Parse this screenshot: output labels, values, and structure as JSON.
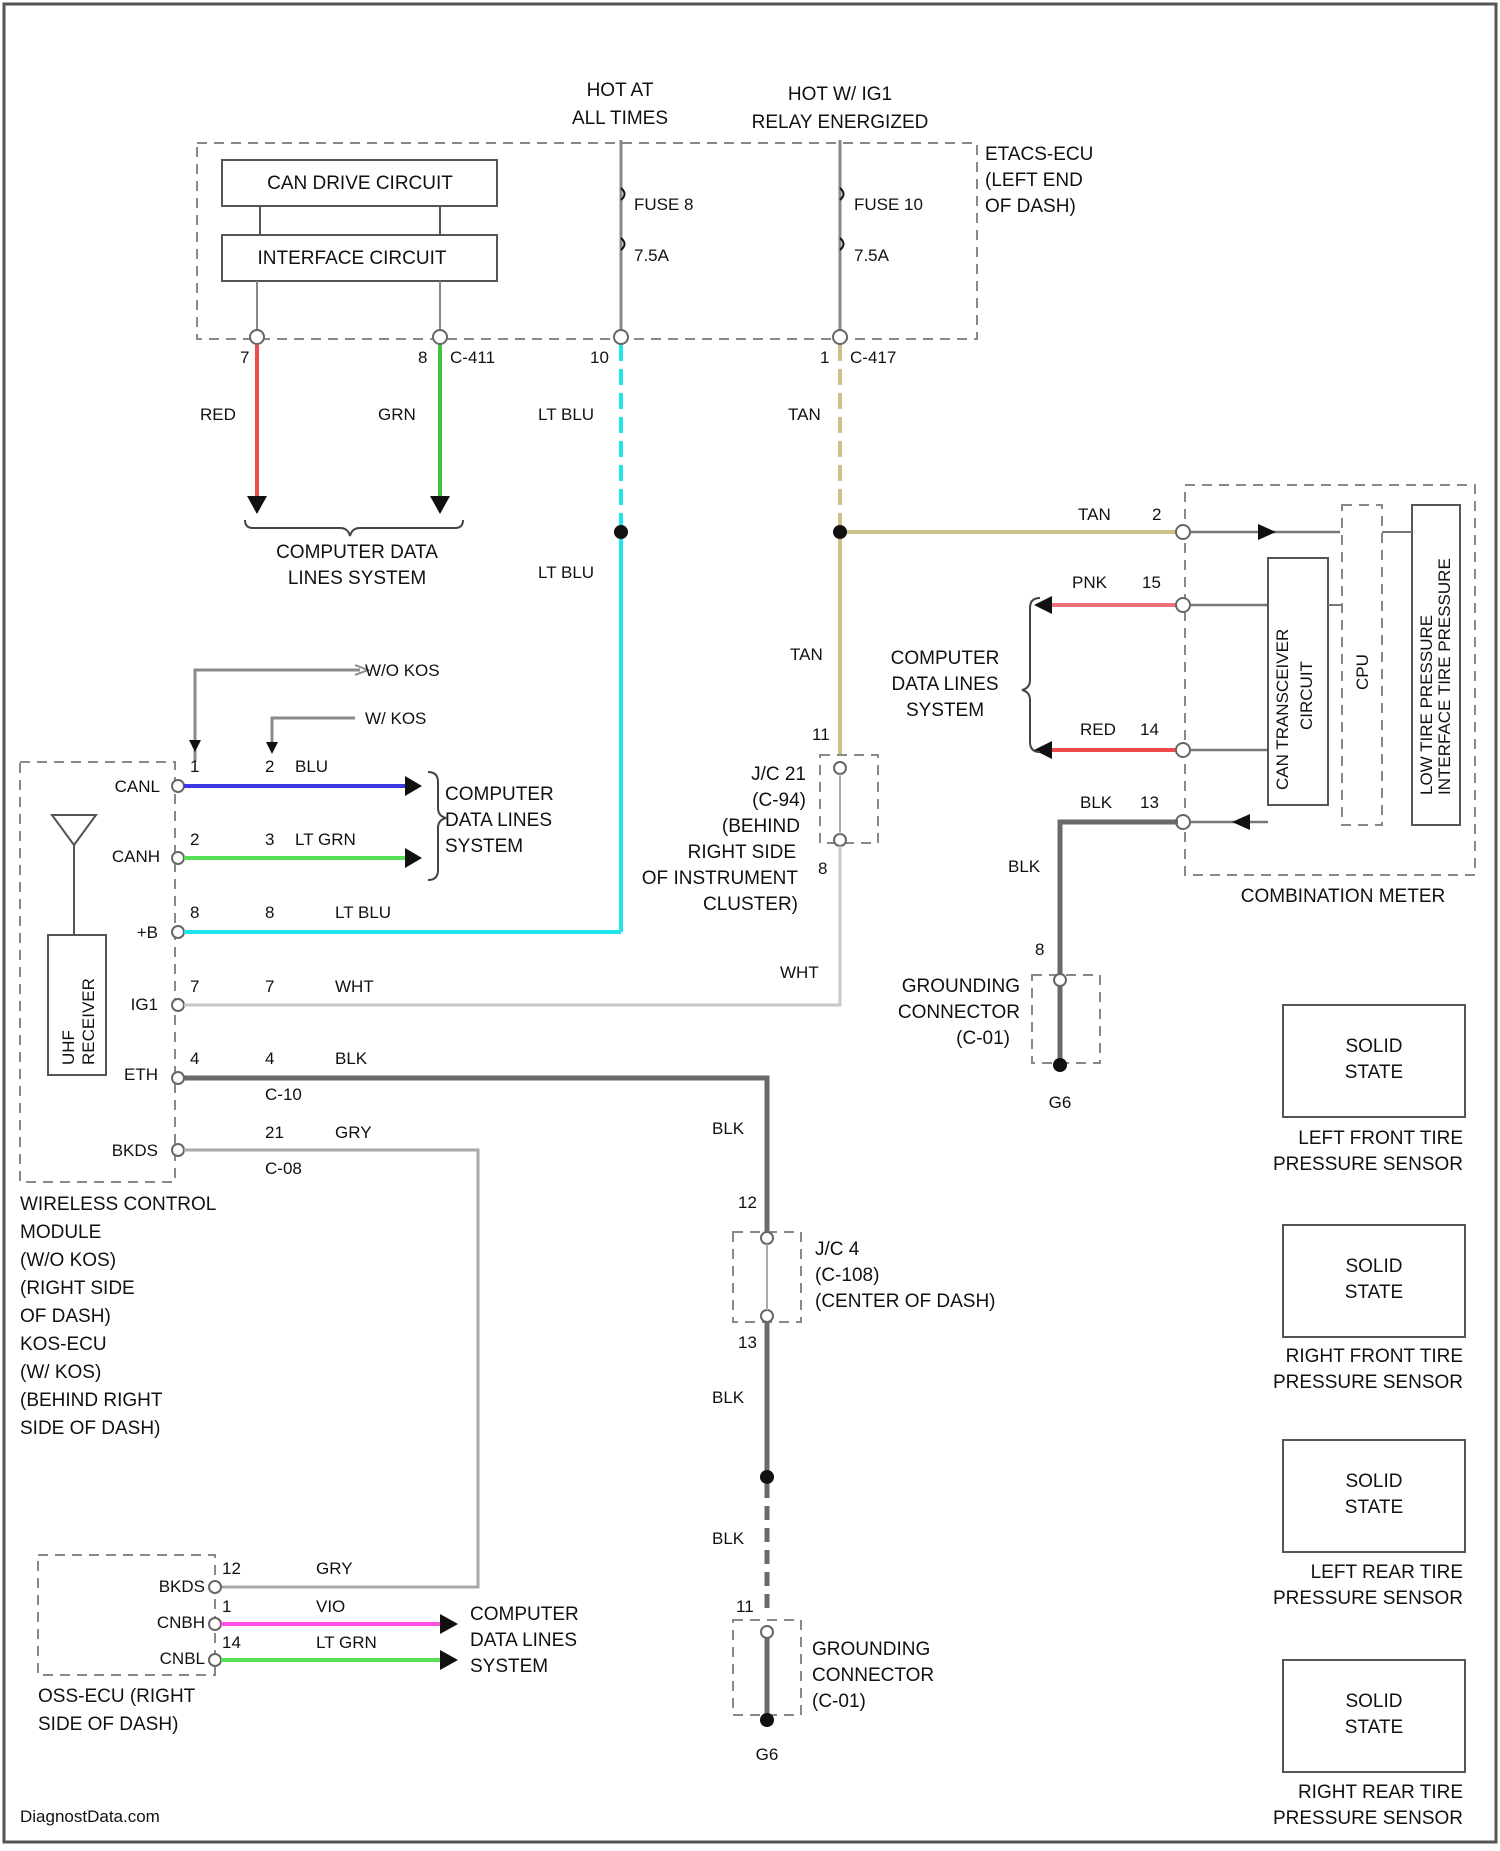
{
  "colors": {
    "red": "#ef4a4a",
    "green": "#3fc03f",
    "light_blue": "#1fe4ec",
    "blue": "#3a3ae0",
    "light_green": "#55e055",
    "tan": "#cbbf8a",
    "pink": "#ef6f7a",
    "violet": "#ff4fe0",
    "black_wire": "#6a6a6a",
    "white_wire": "#c8c8c8",
    "gray_wire": "#a8a8a8"
  },
  "header": {
    "hot_at_all_times_1": "HOT AT",
    "hot_at_all_times_2": "ALL TIMES",
    "hot_ig1_1": "HOT W/ IG1",
    "hot_ig1_2": "RELAY ENERGIZED"
  },
  "etacs": {
    "can_drive": "CAN DRIVE CIRCUIT",
    "interface": "INTERFACE CIRCUIT",
    "fuse1_name": "FUSE 8",
    "fuse1_amp": "7.5A",
    "fuse2_name": "FUSE 10",
    "fuse2_amp": "7.5A",
    "label_1": "ETACS-ECU",
    "label_2": "(LEFT END",
    "label_3": "OF DASH)",
    "pin_red": "7",
    "pin_grn": "8",
    "conn_1": "C-411",
    "pin_ltblu": "10",
    "pin_tan": "1",
    "conn_2": "C-417",
    "wire_red": "RED",
    "wire_grn": "GRN",
    "wire_ltblu": "LT BLU",
    "wire_tan": "TAN",
    "cdl_1": "COMPUTER DATA",
    "cdl_2": "LINES SYSTEM",
    "wire_ltblu_2": "LT BLU",
    "wire_tan_2": "TAN"
  },
  "combination_meter": {
    "wire_tan": "TAN",
    "pin_tan": "2",
    "wire_pnk": "PNK",
    "pin_pnk": "15",
    "wire_red": "RED",
    "pin_red": "14",
    "wire_blk": "BLK",
    "pin_blk": "13",
    "cdl_1": "COMPUTER",
    "cdl_2": "DATA LINES",
    "cdl_3": "SYSTEM",
    "can_transceiver_1": "CAN TRANSCEIVER",
    "can_transceiver_2": "CIRCUIT",
    "cpu": "CPU",
    "tire_pressure_1": "INTERFACE TIRE PRESSURE",
    "tire_pressure_2": "LOW TIRE PRESSURE",
    "label": "COMBINATION METER",
    "wire_blk_2": "BLK",
    "pin_gc": "8",
    "gc_1": "GROUNDING",
    "gc_2": "CONNECTOR",
    "gc_3": "(C-01)",
    "ground": "G6"
  },
  "jc21": {
    "pin_top": "11",
    "pin_bottom": "8",
    "line_1": "J/C 21",
    "line_2": "(C-94)",
    "line_3": "(BEHIND",
    "line_4": "RIGHT SIDE",
    "line_5": "OF INSTRUMENT",
    "line_6": "CLUSTER)",
    "wire_wht": "WHT"
  },
  "wcm": {
    "wo_kos": "W/O KOS",
    "w_kos": "W/ KOS",
    "canl": "CANL",
    "canh": "CANH",
    "b_plus": "+B",
    "ig1": "IG1",
    "eth": "ETH",
    "bkds": "BKDS",
    "pin_canl_a": "1",
    "pin_canl_b": "2",
    "wire_canl": "BLU",
    "pin_canh_a": "2",
    "pin_canh_b": "3",
    "wire_canh": "LT GRN",
    "pin_b_a": "8",
    "pin_b_b": "8",
    "wire_b": "LT BLU",
    "pin_ig1_a": "7",
    "pin_ig1_b": "7",
    "wire_ig1": "WHT",
    "pin_eth_a": "4",
    "pin_eth_b": "4",
    "wire_eth": "BLK",
    "conn_eth": "C-10",
    "pin_bkds": "21",
    "wire_bkds": "GRY",
    "conn_bkds": "C-08",
    "cdl_1": "COMPUTER",
    "cdl_2": "DATA LINES",
    "cdl_3": "SYSTEM",
    "uhf_1": "UHF",
    "uhf_2": "RECEIVER",
    "label_1": "WIRELESS CONTROL",
    "label_2": "MODULE",
    "label_3": "(W/O KOS)",
    "label_4": "(RIGHT SIDE",
    "label_5": "OF DASH)",
    "label_6": "KOS-ECU",
    "label_7": "(W/ KOS)",
    "label_8": "(BEHIND RIGHT",
    "label_9": "SIDE OF DASH)"
  },
  "ground_path": {
    "wire_1": "BLK",
    "jc4_pin_top": "12",
    "jc4_pin_bottom": "13",
    "jc4_1": "J/C 4",
    "jc4_2": "(C-108)",
    "jc4_3": "(CENTER OF DASH)",
    "wire_2": "BLK",
    "wire_3": "BLK",
    "gc_pin": "11",
    "gc_1": "GROUNDING",
    "gc_2": "CONNECTOR",
    "gc_3": "(C-01)",
    "ground": "G6"
  },
  "oss_ecu": {
    "bkds": "BKDS",
    "cnbh": "CNBH",
    "cnbl": "CNBL",
    "pin_bkds": "12",
    "wire_bkds": "GRY",
    "pin_cnbh": "1",
    "wire_cnbh": "VIO",
    "pin_cnbl": "14",
    "wire_cnbl": "LT GRN",
    "cdl_1": "COMPUTER",
    "cdl_2": "DATA LINES",
    "cdl_3": "SYSTEM",
    "label_1": "OSS-ECU (RIGHT",
    "label_2": "SIDE OF DASH)"
  },
  "sensors": [
    {
      "box_1": "SOLID",
      "box_2": "STATE",
      "name_1": "LEFT FRONT TIRE",
      "name_2": "PRESSURE SENSOR"
    },
    {
      "box_1": "SOLID",
      "box_2": "STATE",
      "name_1": "RIGHT FRONT TIRE",
      "name_2": "PRESSURE SENSOR"
    },
    {
      "box_1": "SOLID",
      "box_2": "STATE",
      "name_1": "LEFT REAR TIRE",
      "name_2": "PRESSURE SENSOR"
    },
    {
      "box_1": "SOLID",
      "box_2": "STATE",
      "name_1": "RIGHT REAR TIRE",
      "name_2": "PRESSURE SENSOR"
    }
  ],
  "footer": {
    "watermark": "DiagnostData.com"
  }
}
